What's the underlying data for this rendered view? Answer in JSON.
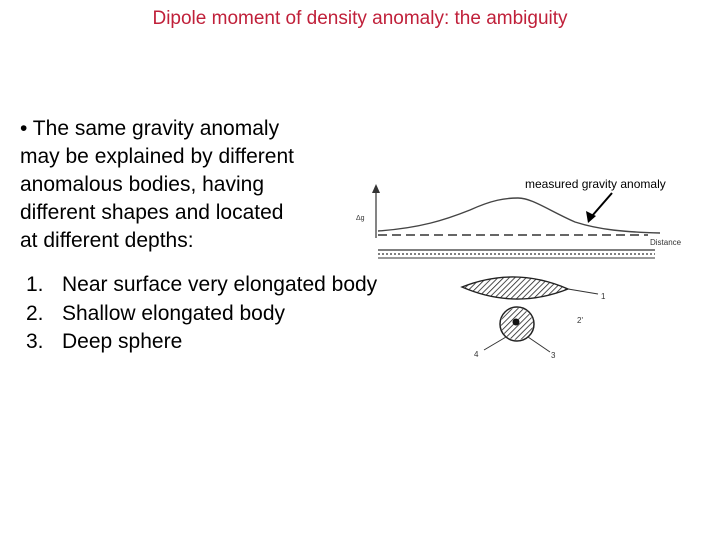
{
  "slide": {
    "title": "Dipole moment of density anomaly: the ambiguity",
    "bullet": {
      "lines": [
        "• The same gravity anomaly",
        "may be explained by different",
        "anomalous bodies, having",
        "different shapes and located",
        "at different depths:"
      ]
    },
    "list": [
      {
        "num": "1.",
        "text": "Near surface very elongated body"
      },
      {
        "num": "2.",
        "text": "Shallow elongated body"
      },
      {
        "num": "3.",
        "text": "Deep sphere"
      }
    ]
  },
  "diagram": {
    "annotation": "measured gravity anomaly",
    "y_axis_label": "Δg",
    "x_axis_label": "Distance",
    "body_labels": [
      "1",
      "2'",
      "3",
      "4"
    ]
  },
  "colors": {
    "title": "#c0203a",
    "text": "#000000"
  }
}
